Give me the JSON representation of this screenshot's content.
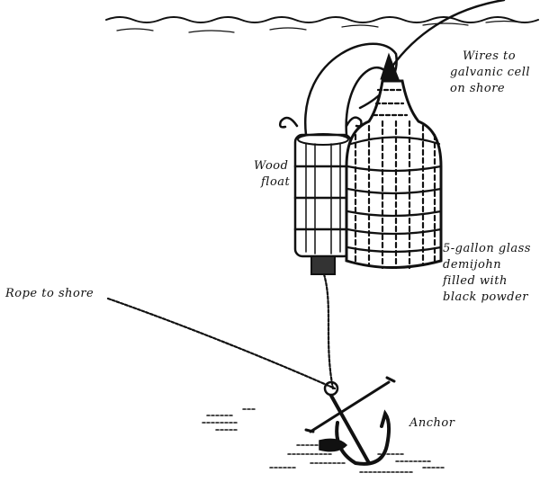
{
  "labels": {
    "wires": [
      "Wires to",
      "galvanic cell",
      "on shore"
    ],
    "float": [
      "Wood",
      "float"
    ],
    "demijohn": [
      "5-gallon glass",
      "demijohn",
      "filled with",
      "black powder"
    ],
    "rope": "Rope to shore",
    "anchor": "Anchor"
  },
  "colors": {
    "ink": "#111111",
    "paper": "#ffffff"
  }
}
